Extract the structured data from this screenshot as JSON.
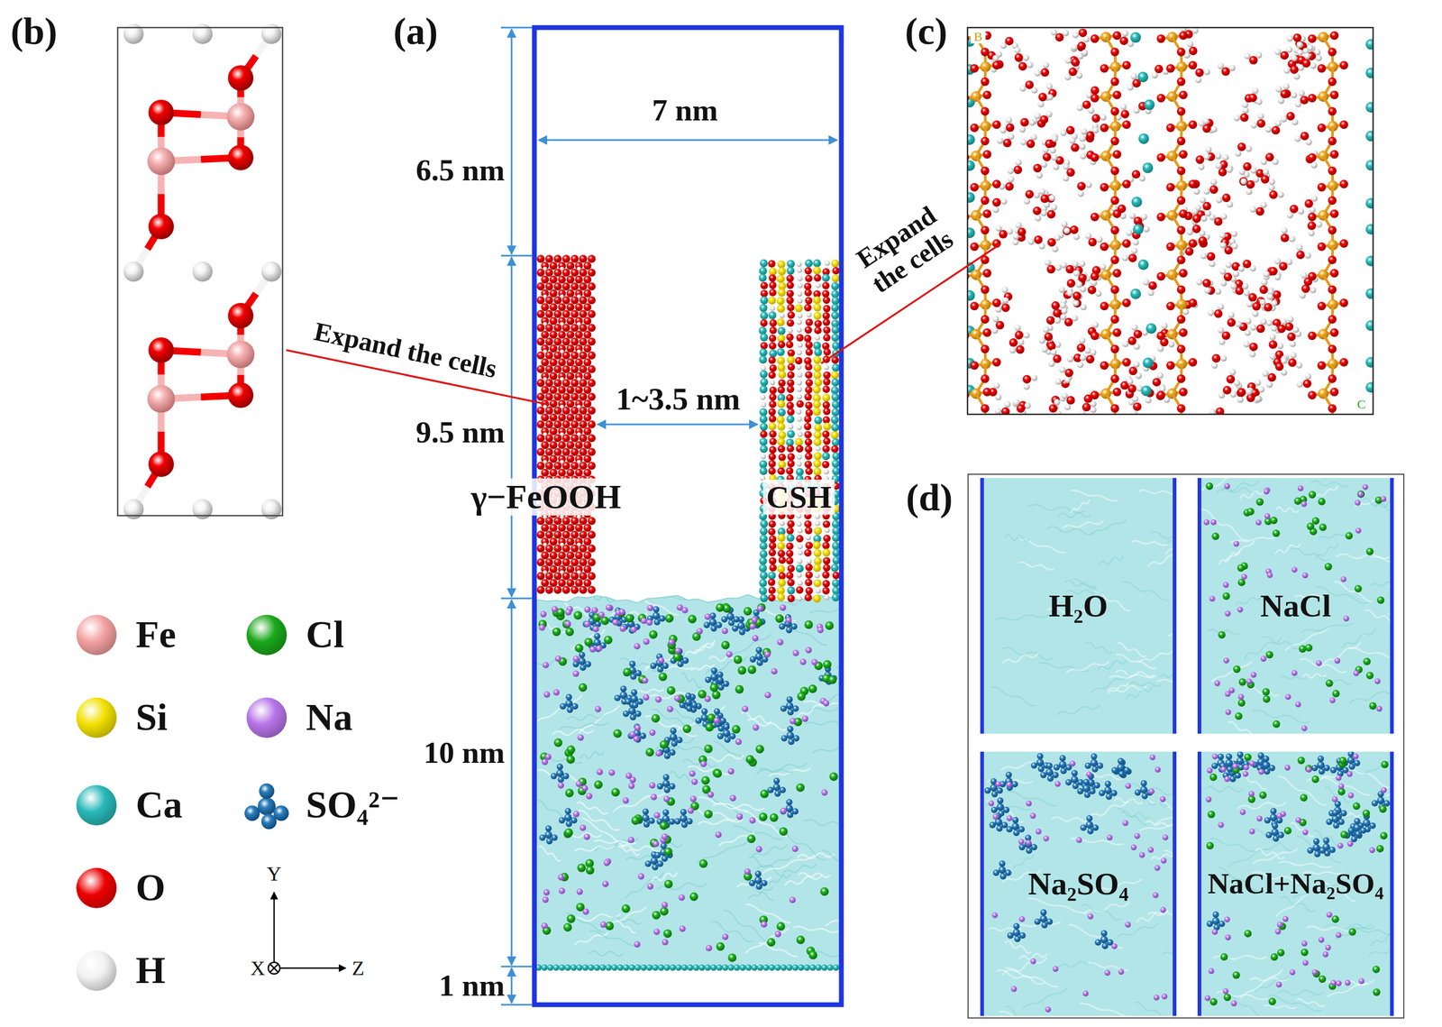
{
  "diagram": {
    "nodes": [
      {
        "text": [
          "(d)"
        ]
      },
      {
        "text": [
          "H₂O"
        ],
        "in": 0
      },
      {
        "text": [
          "NaCl"
        ],
        "in": 0
      },
      {
        "text": [
          "Na₂SO₄"
        ],
        "in": 0
      },
      {
        "text": [
          "NaCl+Na₂SO₄"
        ],
        "in": 0
      }
    ],
    "labels": [
      "(b)",
      "(a)",
      "(c)",
      "7 nm",
      "6.5 nm",
      "9.5 nm",
      "10 nm",
      "1 nm",
      "1~3.5 nm",
      "Expand the cells",
      "Expand the cells",
      "γ−FeOOH",
      "CSH",
      "Y",
      "X",
      "Z",
      "B",
      "C"
    ],
    "legend": [
      {
        "text": "Fe",
        "color": "#f3a1a1"
      },
      {
        "text": "Si",
        "color": "#f2e000"
      },
      {
        "text": "Ca",
        "color": "#29b8b8"
      },
      {
        "text": "O",
        "color": "#ee0000"
      },
      {
        "text": "H",
        "color": "#f2f2f2"
      },
      {
        "text": "Cl",
        "color": "#1aa81a"
      },
      {
        "text": "Na",
        "color": "#b774e8"
      },
      {
        "text": "SO₄²⁻"
      }
    ]
  }
}
